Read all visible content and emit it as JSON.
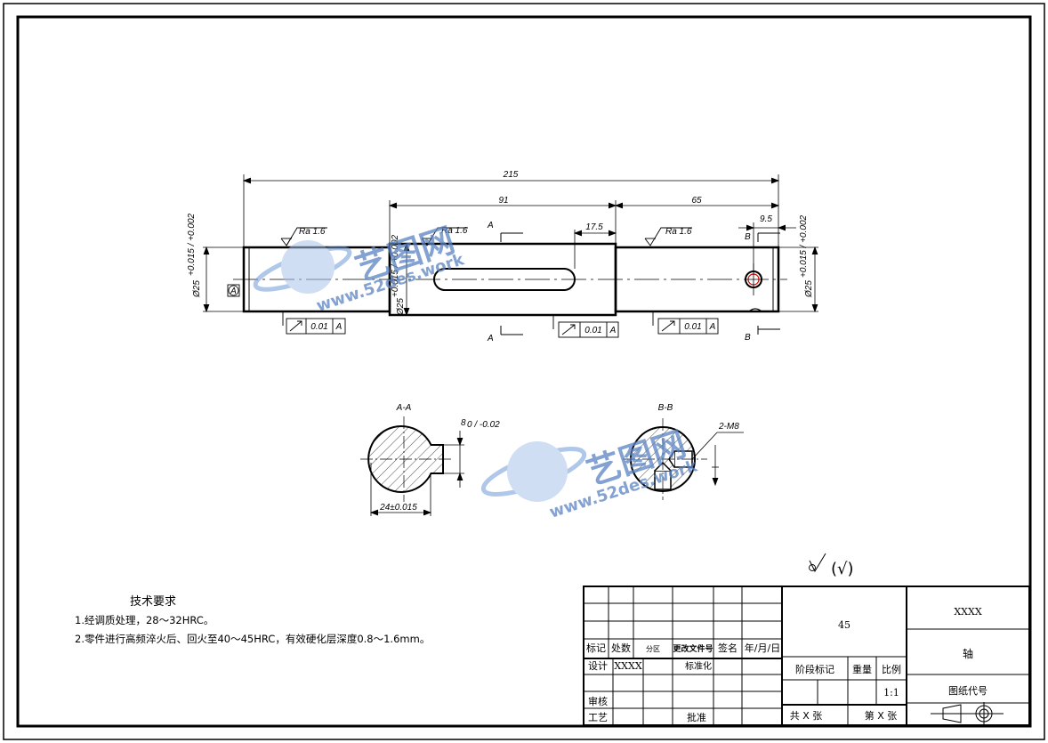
{
  "dimensions": {
    "total_length": "215",
    "left_section": "91",
    "right_section": "65",
    "keyway_offset": "17.5",
    "hole_offset": "9.5",
    "dia_left": "Ø25",
    "dia_left_tol": "+0.015 / +0.002",
    "dia_mid": "Ø25",
    "dia_mid_tol": "+0.015 / +0.002",
    "dia_right": "Ø25",
    "dia_right_tol": "+0.015 / +0.002",
    "key_width": "8",
    "key_width_tol": "0 / -0.02",
    "key_depth": "24±0.015",
    "thread": "2-M8"
  },
  "surface_marks": {
    "ra1": "Ra 1.6",
    "ra2": "Ra 1.6",
    "ra3": "Ra 1.6",
    "general": "(√)"
  },
  "tolerance_frames": [
    {
      "value": "0.01",
      "datum": "A"
    },
    {
      "value": "0.01",
      "datum": "A"
    },
    {
      "value": "0.01",
      "datum": "A"
    }
  ],
  "datum_label": "A",
  "section_marks": {
    "a": "A",
    "b": "B"
  },
  "sections": {
    "aa": "A-A",
    "bb": "B-B"
  },
  "watermark": {
    "brand": "艺图网",
    "url": "www.52des.work"
  },
  "tech_requirements": {
    "title": "技术要求",
    "items": [
      "1.经调质处理，28～32HRC。",
      "2.零件进行高频淬火后、回火至40～45HRC，有效硬化层深度0.8～1.6mm。"
    ]
  },
  "title_block": {
    "mark": "标记",
    "count": "处数",
    "zone": "分区",
    "change_doc": "更改文件号",
    "signature": "签名",
    "date": "年/月/日",
    "design": "设计",
    "designer": "XXXX",
    "standardize": "标准化",
    "review": "审核",
    "process": "工艺",
    "approve": "批准",
    "material": "45",
    "stage": "阶段标记",
    "weight": "重量",
    "scale_label": "比例",
    "scale": "1:1",
    "sheets": "共 X 张",
    "sheet_no": "第 X 张",
    "company": "XXXX",
    "part_name": "轴",
    "drawing_no_label": "图纸代号"
  }
}
